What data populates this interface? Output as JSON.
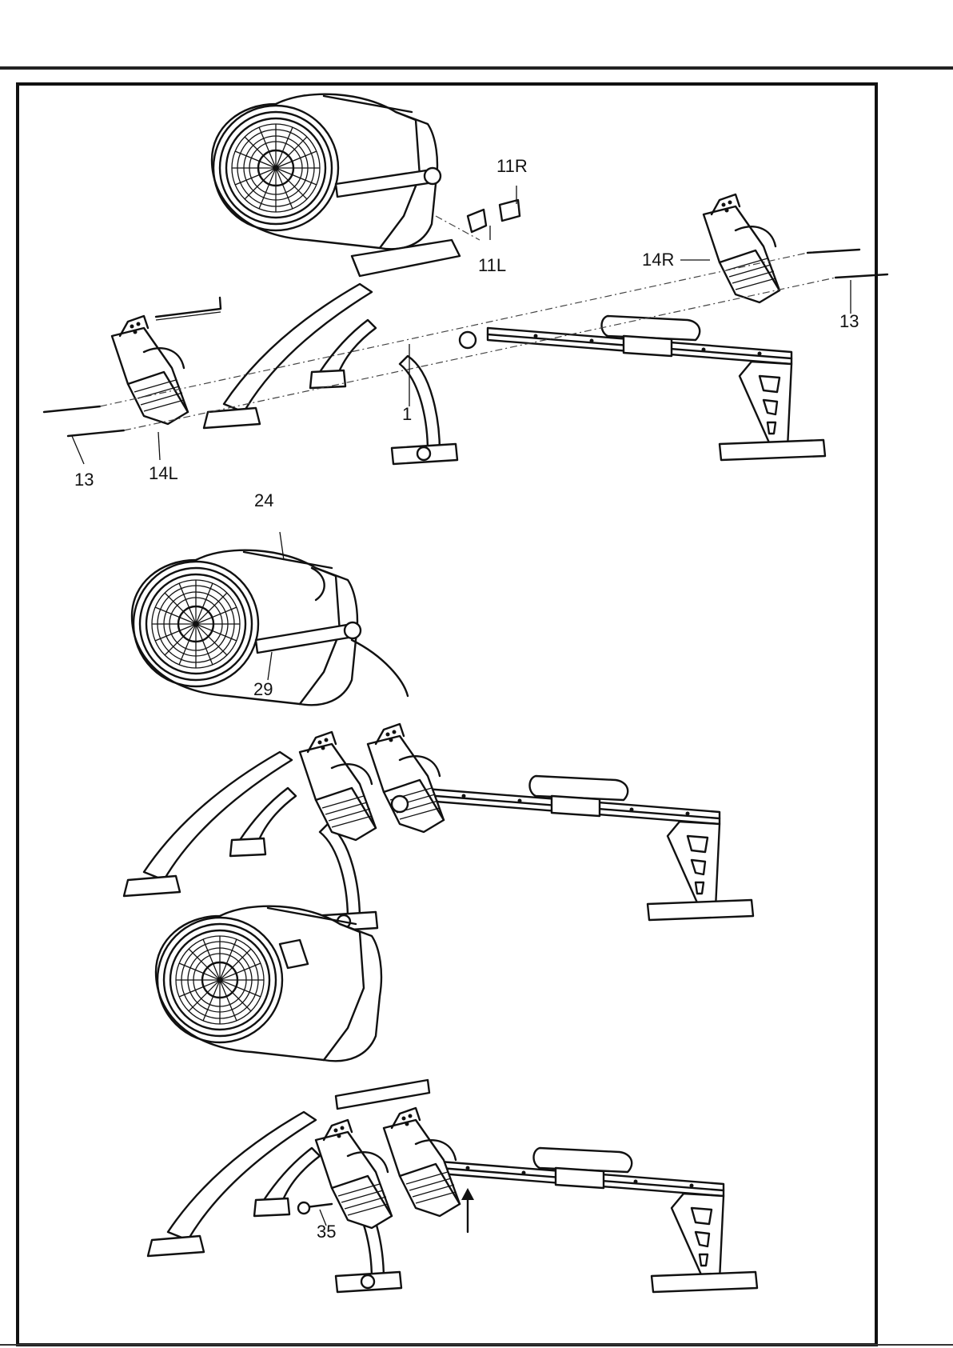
{
  "figures": [
    {
      "id": "step-a",
      "callouts": [
        {
          "key": "part-11R",
          "text": "11R"
        },
        {
          "key": "part-11L",
          "text": "11L"
        },
        {
          "key": "part-14R",
          "text": "14R"
        },
        {
          "key": "part-13-right",
          "text": "13"
        },
        {
          "key": "part-1",
          "text": "1"
        },
        {
          "key": "part-13-left",
          "text": "13"
        },
        {
          "key": "part-14L",
          "text": "14L"
        }
      ]
    },
    {
      "id": "step-b",
      "callouts": [
        {
          "key": "part-24",
          "text": "24"
        },
        {
          "key": "part-29",
          "text": "29"
        }
      ]
    },
    {
      "id": "step-c",
      "callouts": [
        {
          "key": "part-35",
          "text": "35"
        }
      ]
    }
  ],
  "icons": {
    "allen-key": "allen-key-icon",
    "arrow": "arrow-up-icon",
    "rotation": "rotation-arrow-icon"
  },
  "colors": {
    "ink": "#111111",
    "paper": "#ffffff"
  }
}
